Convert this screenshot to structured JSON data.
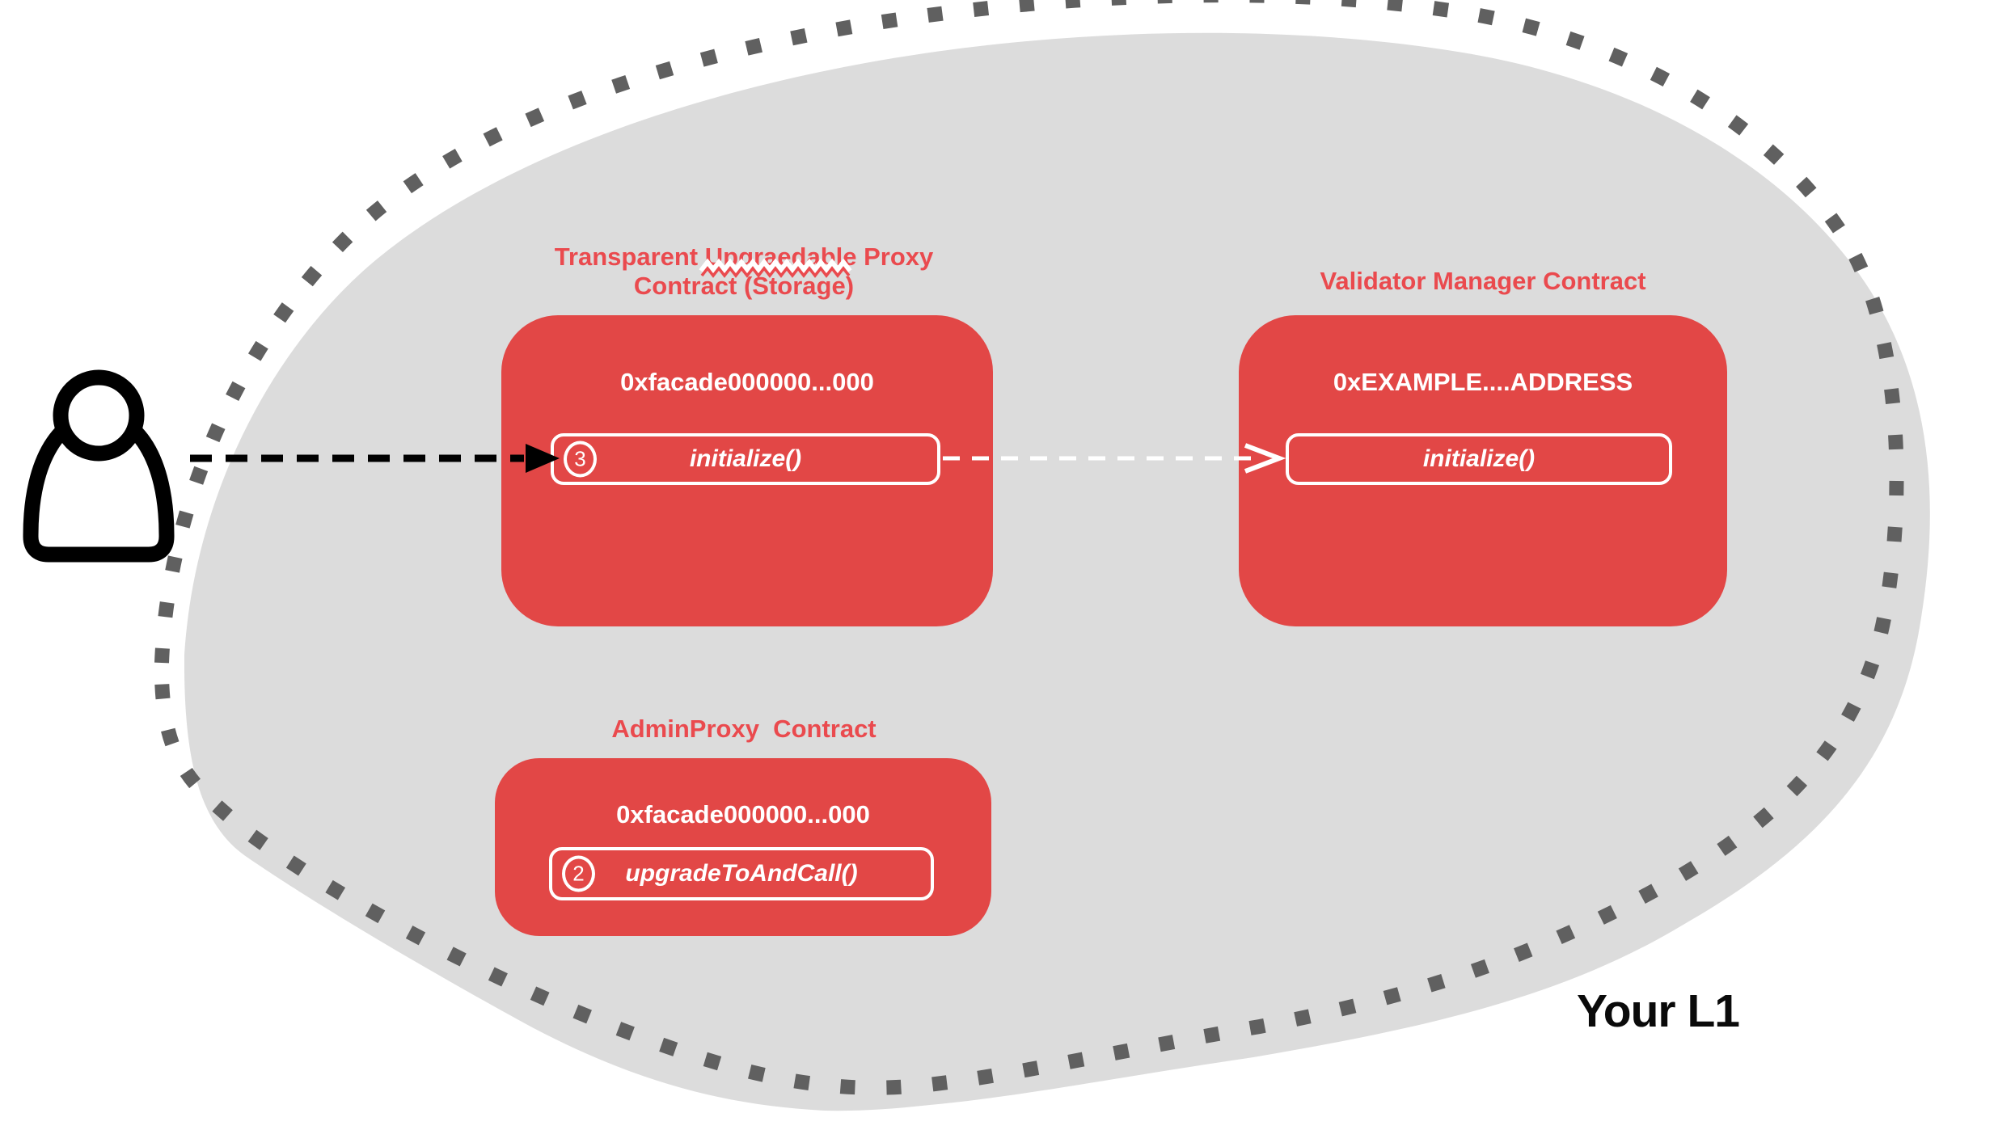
{
  "colors": {
    "box_red": "#E24746",
    "title_red": "#EA4A4E",
    "blob_gray": "#DCDCDC",
    "dot_gray": "#606060",
    "text_white": "#FFFFFF",
    "ink_black": "#0A0A0A"
  },
  "region": {
    "label": "Your L1"
  },
  "icons": {
    "actor": "user-icon"
  },
  "contracts": {
    "proxy": {
      "title": "Transparent Upgraedable Proxy\nContract (Storage)",
      "address": "0xfacade000000...000",
      "method": {
        "step": "3",
        "label": "initialize()"
      }
    },
    "validator": {
      "title": "Validator Manager Contract",
      "address": "0xEXAMPLE....ADDRESS",
      "method": {
        "label": "initialize()"
      }
    },
    "admin": {
      "title": "AdminProxy  Contract",
      "address": "0xfacade000000...000",
      "method": {
        "step": "2",
        "label": "upgradeToAndCall()"
      }
    }
  }
}
